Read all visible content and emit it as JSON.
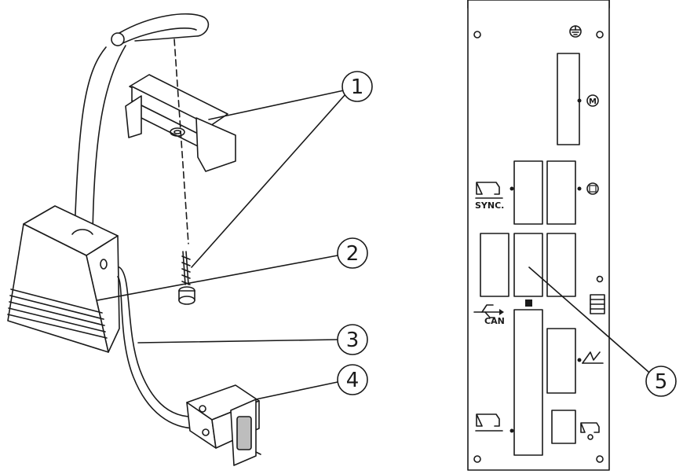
{
  "callouts": [
    {
      "id": "1",
      "label": "1"
    },
    {
      "id": "2",
      "label": "2"
    },
    {
      "id": "3",
      "label": "3"
    },
    {
      "id": "4",
      "label": "4"
    },
    {
      "id": "5",
      "label": "5"
    }
  ],
  "panel_labels": {
    "sync": "SYNC.",
    "can": "CAN"
  }
}
